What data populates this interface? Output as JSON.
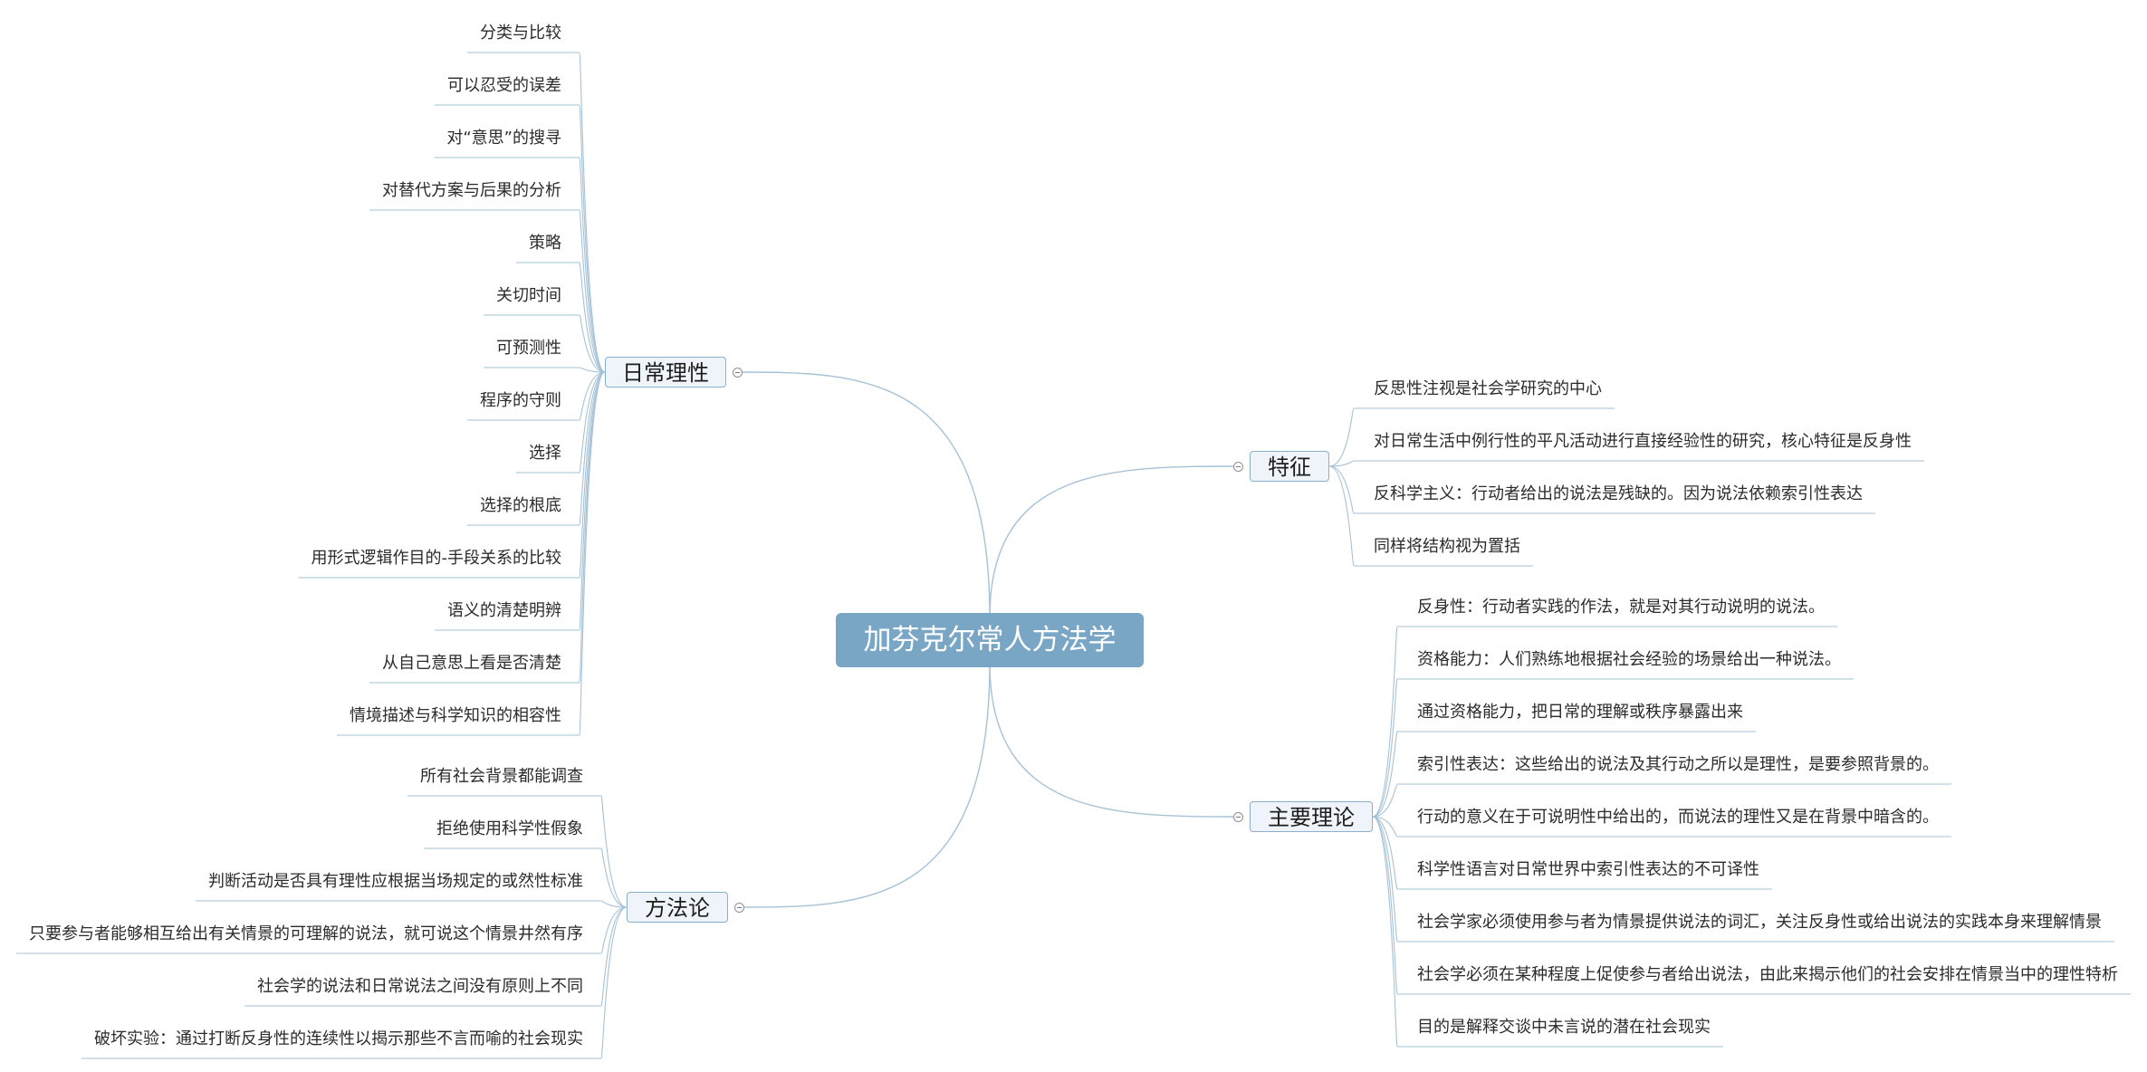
{
  "root": {
    "label": "加芬克尔常人方法学"
  },
  "colors": {
    "root_fill": "#7aa6c6",
    "branch_fill": "#eef4f9",
    "branch_border": "#8ab0cb",
    "line": "#a6c2d6"
  },
  "branches": [
    {
      "label": "日常理性",
      "side": "left",
      "children": [
        "分类与比较",
        "可以忍受的误差",
        "对“意思”的搜寻",
        "对替代方案与后果的分析",
        "策略",
        "关切时间",
        "可预测性",
        "程序的守则",
        "选择",
        "选择的根底",
        "用形式逻辑作目的-手段关系的比较",
        "语义的清楚明辨",
        "从自己意思上看是否清楚",
        "情境描述与科学知识的相容性"
      ]
    },
    {
      "label": "方法论",
      "side": "left",
      "children": [
        "所有社会背景都能调查",
        "拒绝使用科学性假象",
        "判断活动是否具有理性应根据当场规定的或然性标准",
        "只要参与者能够相互给出有关情景的可理解的说法，就可说这个情景井然有序",
        "社会学的说法和日常说法之间没有原则上不同",
        "破坏实验：通过打断反身性的连续性以揭示那些不言而喻的社会现实"
      ]
    },
    {
      "label": "特征",
      "side": "right",
      "children": [
        "反思性注视是社会学研究的中心",
        "对日常生活中例行性的平凡活动进行直接经验性的研究，核心特征是反身性",
        "反科学主义：行动者给出的说法是残缺的。因为说法依赖索引性表达",
        "同样将结构视为置括"
      ]
    },
    {
      "label": "主要理论",
      "side": "right",
      "children": [
        "反身性：行动者实践的作法，就是对其行动说明的说法。",
        "资格能力：人们熟练地根据社会经验的场景给出一种说法。",
        "通过资格能力，把日常的理解或秩序暴露出来",
        "索引性表达：这些给出的说法及其行动之所以是理性，是要参照背景的。",
        "行动的意义在于可说明性中给出的，而说法的理性又是在背景中暗含的。",
        "科学性语言对日常世界中索引性表达的不可译性",
        "社会学家必须使用参与者为情景提供说法的词汇，关注反身性或给出说法的实践本身来理解情景",
        "社会学必须在某种程度上促使参与者给出说法，由此来揭示他们的社会安排在情景当中的理性特析",
        "目的是解释交谈中未言说的潜在社会现实"
      ]
    }
  ]
}
